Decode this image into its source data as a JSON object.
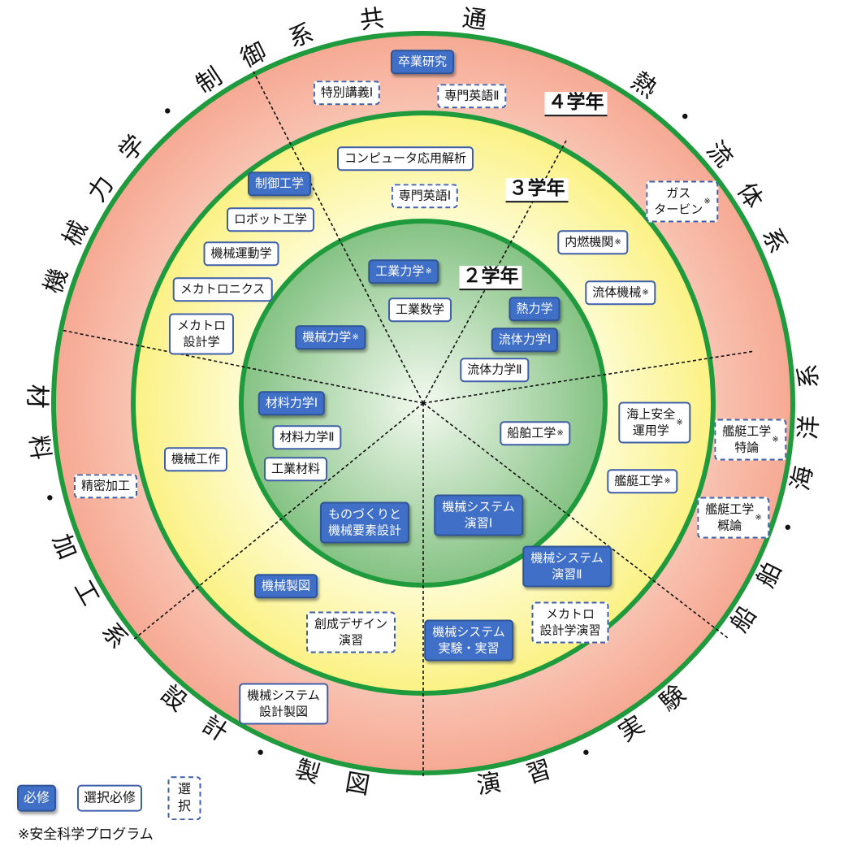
{
  "categories": [
    {
      "id": "common",
      "label": "共　通",
      "angle": 0
    },
    {
      "id": "thermo",
      "label": "熱・流体系",
      "angle": 50
    },
    {
      "id": "ship",
      "label": "船舶・海洋系",
      "angle": 105
    },
    {
      "id": "practice",
      "label": "演習・実験",
      "angle": 155
    },
    {
      "id": "design",
      "label": "設計・製図",
      "angle": -155
    },
    {
      "id": "material",
      "label": "材料・加工系",
      "angle": -108
    },
    {
      "id": "mechanics",
      "label": "機械力学・制御系",
      "angle": -45
    }
  ],
  "years": {
    "y2": "２学年",
    "y3": "３学年",
    "y4": "４学年"
  },
  "colors": {
    "ring_outer": "#f7b4a0",
    "ring_middle": "#fdf7a6",
    "ring_inner": "#8fc88d",
    "ring_border": "#1f9b3d",
    "required": "#3f6fc6"
  },
  "courses": [
    {
      "id": "graduation-research",
      "label": "卒業研究",
      "type": "required",
      "mark": ""
    },
    {
      "id": "special-lecture-1",
      "label": "特別講義Ⅰ",
      "type": "elective",
      "mark": ""
    },
    {
      "id": "tech-english-2",
      "label": "専門英語Ⅱ",
      "type": "elective",
      "mark": ""
    },
    {
      "id": "computer-analysis",
      "label": "コンピュータ応用解析",
      "type": "selective",
      "mark": ""
    },
    {
      "id": "tech-english-1",
      "label": "専門英語Ⅰ",
      "type": "elective",
      "mark": ""
    },
    {
      "id": "control-eng",
      "label": "制御工学",
      "type": "required",
      "mark": ""
    },
    {
      "id": "robot-eng",
      "label": "ロボット工学",
      "type": "selective",
      "mark": ""
    },
    {
      "id": "machine-dynamics",
      "label": "機械運動学",
      "type": "selective",
      "mark": ""
    },
    {
      "id": "mechatronics",
      "label": "メカトロニクス",
      "type": "selective",
      "mark": ""
    },
    {
      "id": "mechatro-design",
      "label": "メカトロ\n設計学",
      "type": "selective",
      "mark": ""
    },
    {
      "id": "gas-turbine",
      "label": "ガス\nタービン",
      "type": "elective",
      "mark": "※"
    },
    {
      "id": "ic-engine",
      "label": "内燃機関",
      "type": "selective",
      "mark": "※"
    },
    {
      "id": "fluid-machinery",
      "label": "流体機械",
      "type": "selective",
      "mark": "※"
    },
    {
      "id": "industrial-mechanics",
      "label": "工業力学",
      "type": "required",
      "mark": "※"
    },
    {
      "id": "industrial-math",
      "label": "工業数学",
      "type": "selective",
      "mark": ""
    },
    {
      "id": "mechanics",
      "label": "機械力学",
      "type": "required",
      "mark": "※"
    },
    {
      "id": "thermodynamics",
      "label": "熱力学",
      "type": "required",
      "mark": ""
    },
    {
      "id": "fluid-mechanics-1",
      "label": "流体力学Ⅰ",
      "type": "required",
      "mark": ""
    },
    {
      "id": "fluid-mechanics-2",
      "label": "流体力学Ⅱ",
      "type": "selective",
      "mark": ""
    },
    {
      "id": "material-mechanics-1",
      "label": "材料力学Ⅰ",
      "type": "required",
      "mark": ""
    },
    {
      "id": "material-mechanics-2",
      "label": "材料力学Ⅱ",
      "type": "selective",
      "mark": ""
    },
    {
      "id": "industrial-materials",
      "label": "工業材料",
      "type": "selective",
      "mark": ""
    },
    {
      "id": "ship-engineering",
      "label": "船舶工学",
      "type": "selective",
      "mark": "※"
    },
    {
      "id": "marine-safety",
      "label": "海上安全\n運用学",
      "type": "selective",
      "mark": "※"
    },
    {
      "id": "boat-eng-special",
      "label": "艦艇工学\n特論",
      "type": "elective",
      "mark": "※"
    },
    {
      "id": "boat-eng",
      "label": "艦艇工学",
      "type": "selective",
      "mark": "※"
    },
    {
      "id": "boat-eng-intro",
      "label": "艦艇工学\n概論",
      "type": "elective",
      "mark": "※"
    },
    {
      "id": "machine-work",
      "label": "機械工作",
      "type": "selective",
      "mark": ""
    },
    {
      "id": "precision-machining",
      "label": "精密加工",
      "type": "elective",
      "mark": ""
    },
    {
      "id": "monozukuri",
      "label": "ものづくりと\n機械要素設計",
      "type": "required",
      "mark": ""
    },
    {
      "id": "mech-sys-practice-1",
      "label": "機械システム\n演習Ⅰ",
      "type": "required",
      "mark": ""
    },
    {
      "id": "mech-sys-practice-2",
      "label": "機械システム\n演習Ⅱ",
      "type": "required",
      "mark": ""
    },
    {
      "id": "mech-drawing",
      "label": "機械製図",
      "type": "required",
      "mark": ""
    },
    {
      "id": "creative-design",
      "label": "創成デザイン\n演習",
      "type": "elective",
      "mark": ""
    },
    {
      "id": "mech-sys-experiment",
      "label": "機械システム\n実験・実習",
      "type": "required",
      "mark": ""
    },
    {
      "id": "mechatro-design-practice",
      "label": "メカトロ\n設計学演習",
      "type": "elective",
      "mark": ""
    },
    {
      "id": "mech-sys-design-drawing",
      "label": "機械システム\n設計製図",
      "type": "selective",
      "mark": ""
    }
  ],
  "legend": {
    "required": "必修",
    "selective": "選択必修",
    "elective": "選択",
    "footnote": "※安全科学プログラム"
  }
}
